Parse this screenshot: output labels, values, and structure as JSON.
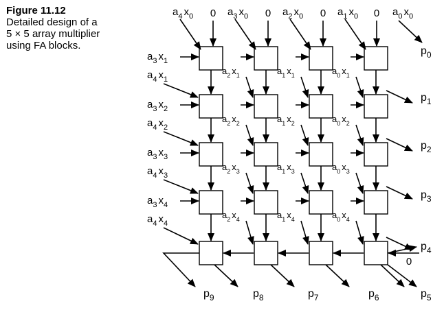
{
  "caption": {
    "figure": "Figure 11.12",
    "lines": [
      "Detailed design of a",
      "5 × 5 array multiplier",
      "using FA blocks."
    ]
  },
  "multiplier": {
    "top_inputs": [
      {
        "a": "4",
        "x": "0"
      },
      {
        "a": "3",
        "x": "0"
      },
      {
        "a": "2",
        "x": "0"
      },
      {
        "a": "1",
        "x": "0"
      },
      {
        "a": "0",
        "x": "0"
      }
    ],
    "zero": "0",
    "left_inputs": [
      {
        "a": "3",
        "x": "1"
      },
      {
        "a": "3",
        "x": "2"
      },
      {
        "a": "3",
        "x": "3"
      },
      {
        "a": "3",
        "x": "4"
      }
    ],
    "diag_inputs": [
      {
        "a": "4",
        "x": "1"
      },
      {
        "a": "4",
        "x": "2"
      },
      {
        "a": "4",
        "x": "3"
      },
      {
        "a": "4",
        "x": "4"
      }
    ],
    "internal_rows": [
      [
        {
          "a": "2",
          "x": "1"
        },
        {
          "a": "1",
          "x": "1"
        },
        {
          "a": "0",
          "x": "1"
        }
      ],
      [
        {
          "a": "2",
          "x": "2"
        },
        {
          "a": "1",
          "x": "2"
        },
        {
          "a": "0",
          "x": "2"
        }
      ],
      [
        {
          "a": "2",
          "x": "3"
        },
        {
          "a": "1",
          "x": "3"
        },
        {
          "a": "0",
          "x": "3"
        }
      ],
      [
        {
          "a": "2",
          "x": "4"
        },
        {
          "a": "1",
          "x": "4"
        },
        {
          "a": "0",
          "x": "4"
        }
      ]
    ],
    "right_outputs": [
      "0",
      "1",
      "2",
      "3",
      "4"
    ],
    "bottom_outputs": [
      "9",
      "8",
      "7",
      "6",
      "5"
    ]
  }
}
